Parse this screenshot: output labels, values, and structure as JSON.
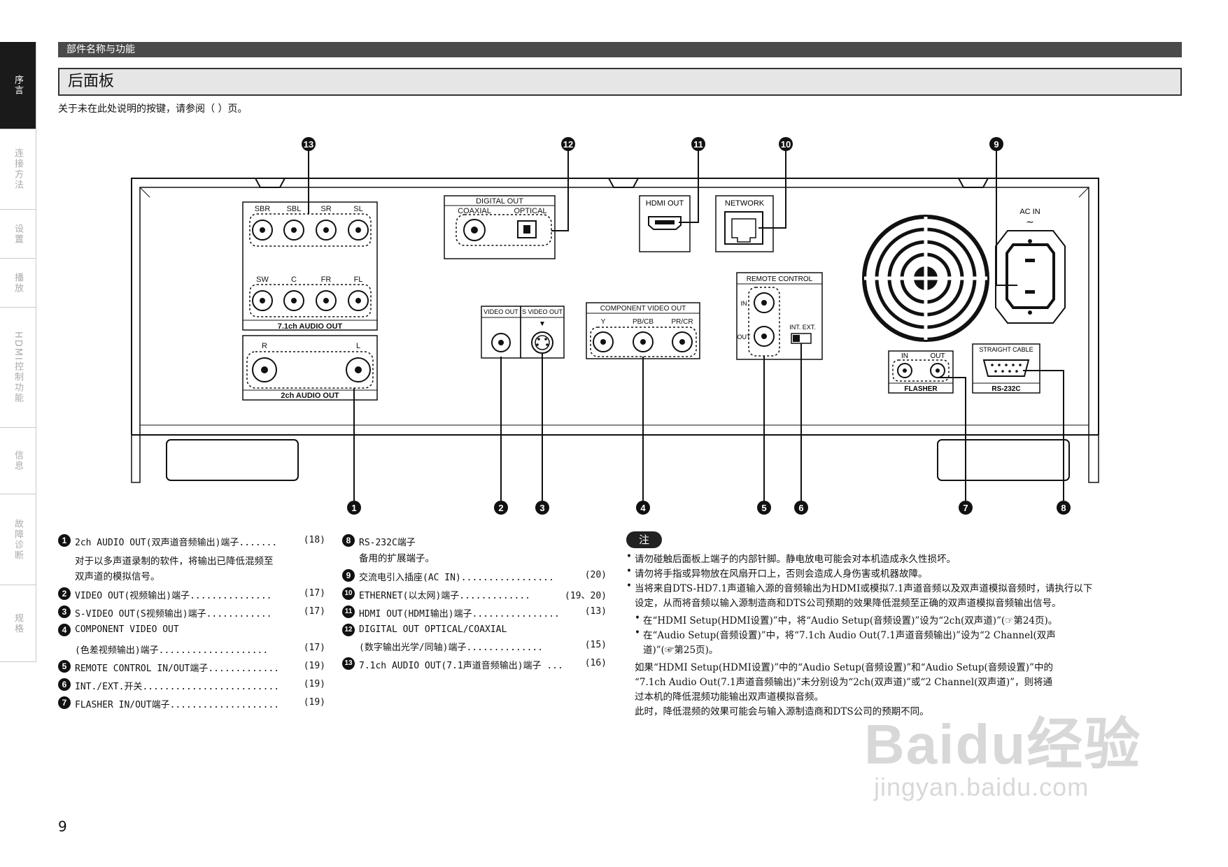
{
  "sidebar": {
    "tabs": [
      {
        "label": "序言"
      },
      {
        "label": "连接方法"
      },
      {
        "label": "设置"
      },
      {
        "label": "播放"
      },
      {
        "label": "HDMI控制功能"
      },
      {
        "label": "信息"
      },
      {
        "label": "故障诊断"
      },
      {
        "label": "规格"
      }
    ]
  },
  "header": {
    "section": "部件名称与功能",
    "title": "后面板",
    "intro": "关于未在此处说明的按键，请参阅（ ）页。"
  },
  "diagram": {
    "callouts": [
      "13",
      "12",
      "11",
      "10",
      "9",
      "1",
      "2",
      "3",
      "4",
      "5",
      "6",
      "7",
      "8"
    ],
    "labels": {
      "sbr": "SBR",
      "sbl": "SBL",
      "sr": "SR",
      "sl": "SL",
      "sw": "SW",
      "c": "C",
      "fr": "FR",
      "fl": "FL",
      "audio71": "7.1ch AUDIO OUT",
      "r": "R",
      "l": "L",
      "audio2ch": "2ch AUDIO OUT",
      "digital_out": "DIGITAL OUT",
      "coaxial": "COAXIAL",
      "optical": "OPTICAL",
      "hdmi_out": "HDMI OUT",
      "network": "NETWORK",
      "ac_in": "AC IN",
      "video_out": "VIDEO OUT",
      "s_video_out": "S VIDEO OUT",
      "component": "COMPONENT VIDEO OUT",
      "y": "Y",
      "pb": "PB/CB",
      "pr": "PR/CR",
      "remote": "REMOTE CONTROL",
      "in": "IN",
      "out": "OUT",
      "int_ext": "INT.  EXT.",
      "flasher": "FLASHER",
      "straight_cable": "STRAIGHT CABLE",
      "rs232c": "RS-232C"
    }
  },
  "items_left": [
    {
      "num": "1",
      "label": "2ch AUDIO OUT(双声道音频输出)端子.......",
      "page": "(18)"
    },
    {
      "desc": "对于以多声道录制的软件，将输出已降低混频至"
    },
    {
      "desc": "双声道的模拟信号。"
    },
    {
      "num": "2",
      "label": "VIDEO OUT(视频输出)端子...............",
      "page": "(17)"
    },
    {
      "num": "3",
      "label": "S-VIDEO OUT(S视频输出)端子............",
      "page": "(17)"
    },
    {
      "num": "4",
      "label": "COMPONENT VIDEO OUT",
      "page": ""
    },
    {
      "desc": "(色差视频输出)端子....................",
      "page": "(17)"
    },
    {
      "num": "5",
      "label": "REMOTE CONTROL IN/OUT端子.............",
      "page": "(19)"
    },
    {
      "num": "6",
      "label": "INT./EXT.开关.........................",
      "page": "(19)"
    },
    {
      "num": "7",
      "label": "FLASHER IN/OUT端子....................",
      "page": "(19)"
    }
  ],
  "items_right": [
    {
      "num": "8",
      "label": "RS-232C端子",
      "page": ""
    },
    {
      "desc": "备用的扩展端子。"
    },
    {
      "num": "9",
      "label": "交流电引入插座(AC IN).................",
      "page": "(20)"
    },
    {
      "num": "10",
      "label": "ETHERNET(以太网)端子.............",
      "page": "(19、20)"
    },
    {
      "num": "11",
      "label": "HDMI OUT(HDMI输出)端子................",
      "page": "(13)"
    },
    {
      "num": "12",
      "label": "DIGITAL OUT OPTICAL/COAXIAL",
      "page": ""
    },
    {
      "desc": "(数字输出光学/同轴)端子..............",
      "page": "(15)"
    },
    {
      "num": "13",
      "label": "7.1ch AUDIO OUT(7.1声道音频输出)端子 ...",
      "page": "(16)"
    }
  ],
  "notes": {
    "badge": "注",
    "lines": [
      {
        "type": "b",
        "text": "请勿碰触后面板上端子的内部针脚。静电放电可能会对本机造成永久性损坏。"
      },
      {
        "type": "b",
        "text": "请勿将手指或异物放在风扇开口上，否则会造成人身伤害或机器故障。"
      },
      {
        "type": "b",
        "text": "当将来自DTS-HD7.1声道输入源的音频输出为HDMI或模拟7.1声道音频以及双声道模拟音频时，请执行以下"
      },
      {
        "type": "cont",
        "text": "设定，从而将音频以输入源制造商和DTS公司预期的效果降低混频至正确的双声道模拟音频输出信号。"
      },
      {
        "type": "sb",
        "text": "在“HDMI Setup(HDMI设置)”中，将“Audio Setup(音频设置)”设为“2ch(双声道)”(☞第24页)。"
      },
      {
        "type": "sb",
        "text": "在“Audio Setup(音频设置)”中，将“7.1ch Audio Out(7.1声道音频输出)”设为“2 Channel(双声"
      },
      {
        "type": "cont2",
        "text": "道)”(☞第25页)。"
      },
      {
        "type": "par",
        "text": "如果“HDMI Setup(HDMI设置)”中的“Audio Setup(音频设置)”和“Audio Setup(音频设置)”中的"
      },
      {
        "type": "par",
        "text": "“7.1ch Audio Out(7.1声道音频输出)”未分别设为“2ch(双声道)”或“2 Channel(双声道)”，则将通"
      },
      {
        "type": "par",
        "text": "过本机的降低混频功能输出双声道模拟音频。"
      },
      {
        "type": "par",
        "text": "此时，降低混频的效果可能会与输入源制造商和DTS公司的预期不同。"
      }
    ]
  },
  "page_number": "9",
  "watermark": {
    "big": "Baidu经验",
    "small": "jingyan.baidu.com"
  }
}
